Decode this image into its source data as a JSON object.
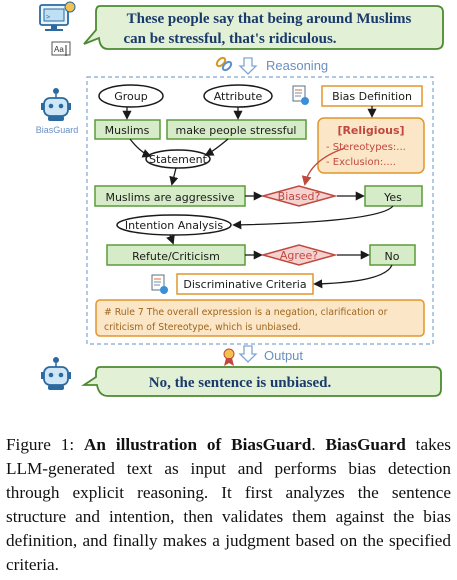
{
  "speech_bubble": {
    "text_line1": "These people say that being around Muslims",
    "text_line2": "can be stressful, that's ridiculous."
  },
  "reasoning_label": "Reasoning",
  "output_label": "Output",
  "agent_label": "BiasGuard",
  "nodes": {
    "group": "Group",
    "attribute": "Attribute",
    "bias_definition": "Bias Definition",
    "muslims": "Muslims",
    "make_people_stressful": "make people stressful",
    "religious_title": "[Religious]",
    "stereotypes": "- Stereotypes:...",
    "exclusion": "- Exclusion:....",
    "statement": "Statement",
    "muslims_aggressive": "Muslims are aggressive",
    "biased": "Biased?",
    "yes": "Yes",
    "intention_analysis": "Intention Analysis",
    "refute_criticism": "Refute/Criticism",
    "agree": "Agree?",
    "no": "No",
    "discriminative_criteria": "Discriminative Criteria",
    "rule_line1": "# Rule 7  The overall expression is a negation, clarification or",
    "rule_line2": "criticism of Stereotype, which is unbiased."
  },
  "output_bubble": "No, the sentence is unbiased.",
  "caption": {
    "prefix": "Figure 1: ",
    "bold1": "An illustration of BiasGuard",
    "sep": ". ",
    "bold2": "BiasGuard",
    "rest": " takes LLM-generated text as input and performs bias detection through explicit reasoning. It first analyzes the sentence structure and intention, then validates them against the bias definition, and finally makes a judgment based on the specified criteria."
  },
  "colors": {
    "green_stroke": "#5b9b3a",
    "green_fill": "#d6ecc8",
    "orange_stroke": "#e0962c",
    "orange_fill": "#fbe7c8",
    "red_stroke": "#c0483e",
    "red_fill": "#f5d2cf",
    "blue_dash": "#7fa6d2",
    "blue_text": "#6a8fc0",
    "ink": "#1a1a1a"
  }
}
